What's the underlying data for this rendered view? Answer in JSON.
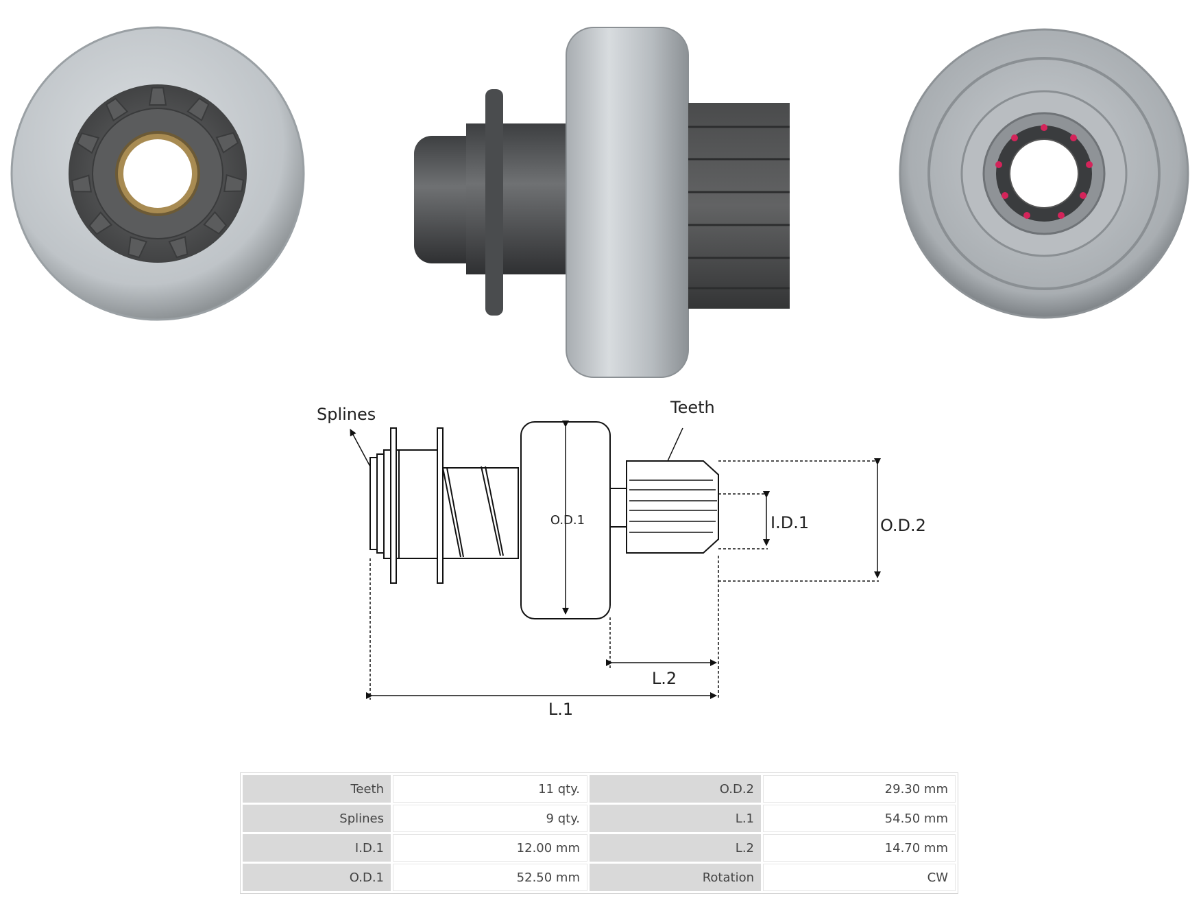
{
  "diagram_labels": {
    "splines": "Splines",
    "teeth": "Teeth",
    "od1": "O.D.1",
    "id1": "I.D.1",
    "od2": "O.D.2",
    "l2": "L.2",
    "l1": "L.1"
  },
  "specs": {
    "rows": [
      {
        "label_a": "Teeth",
        "value_a": "11 qty.",
        "label_b": "O.D.2",
        "value_b": "29.30 mm"
      },
      {
        "label_a": "Splines",
        "value_a": "9 qty.",
        "label_b": "L.1",
        "value_b": "54.50 mm"
      },
      {
        "label_a": "I.D.1",
        "value_a": "12.00 mm",
        "label_b": "L.2",
        "value_b": "14.70 mm"
      },
      {
        "label_a": "O.D.1",
        "value_a": "52.50 mm",
        "label_b": "Rotation",
        "value_b": "CW"
      }
    ]
  },
  "colors": {
    "steel_light": "#cfd3d6",
    "steel_dark": "#4a4c4e",
    "marking_red": "#d4245a",
    "label_bg": "#d9d9d9"
  }
}
